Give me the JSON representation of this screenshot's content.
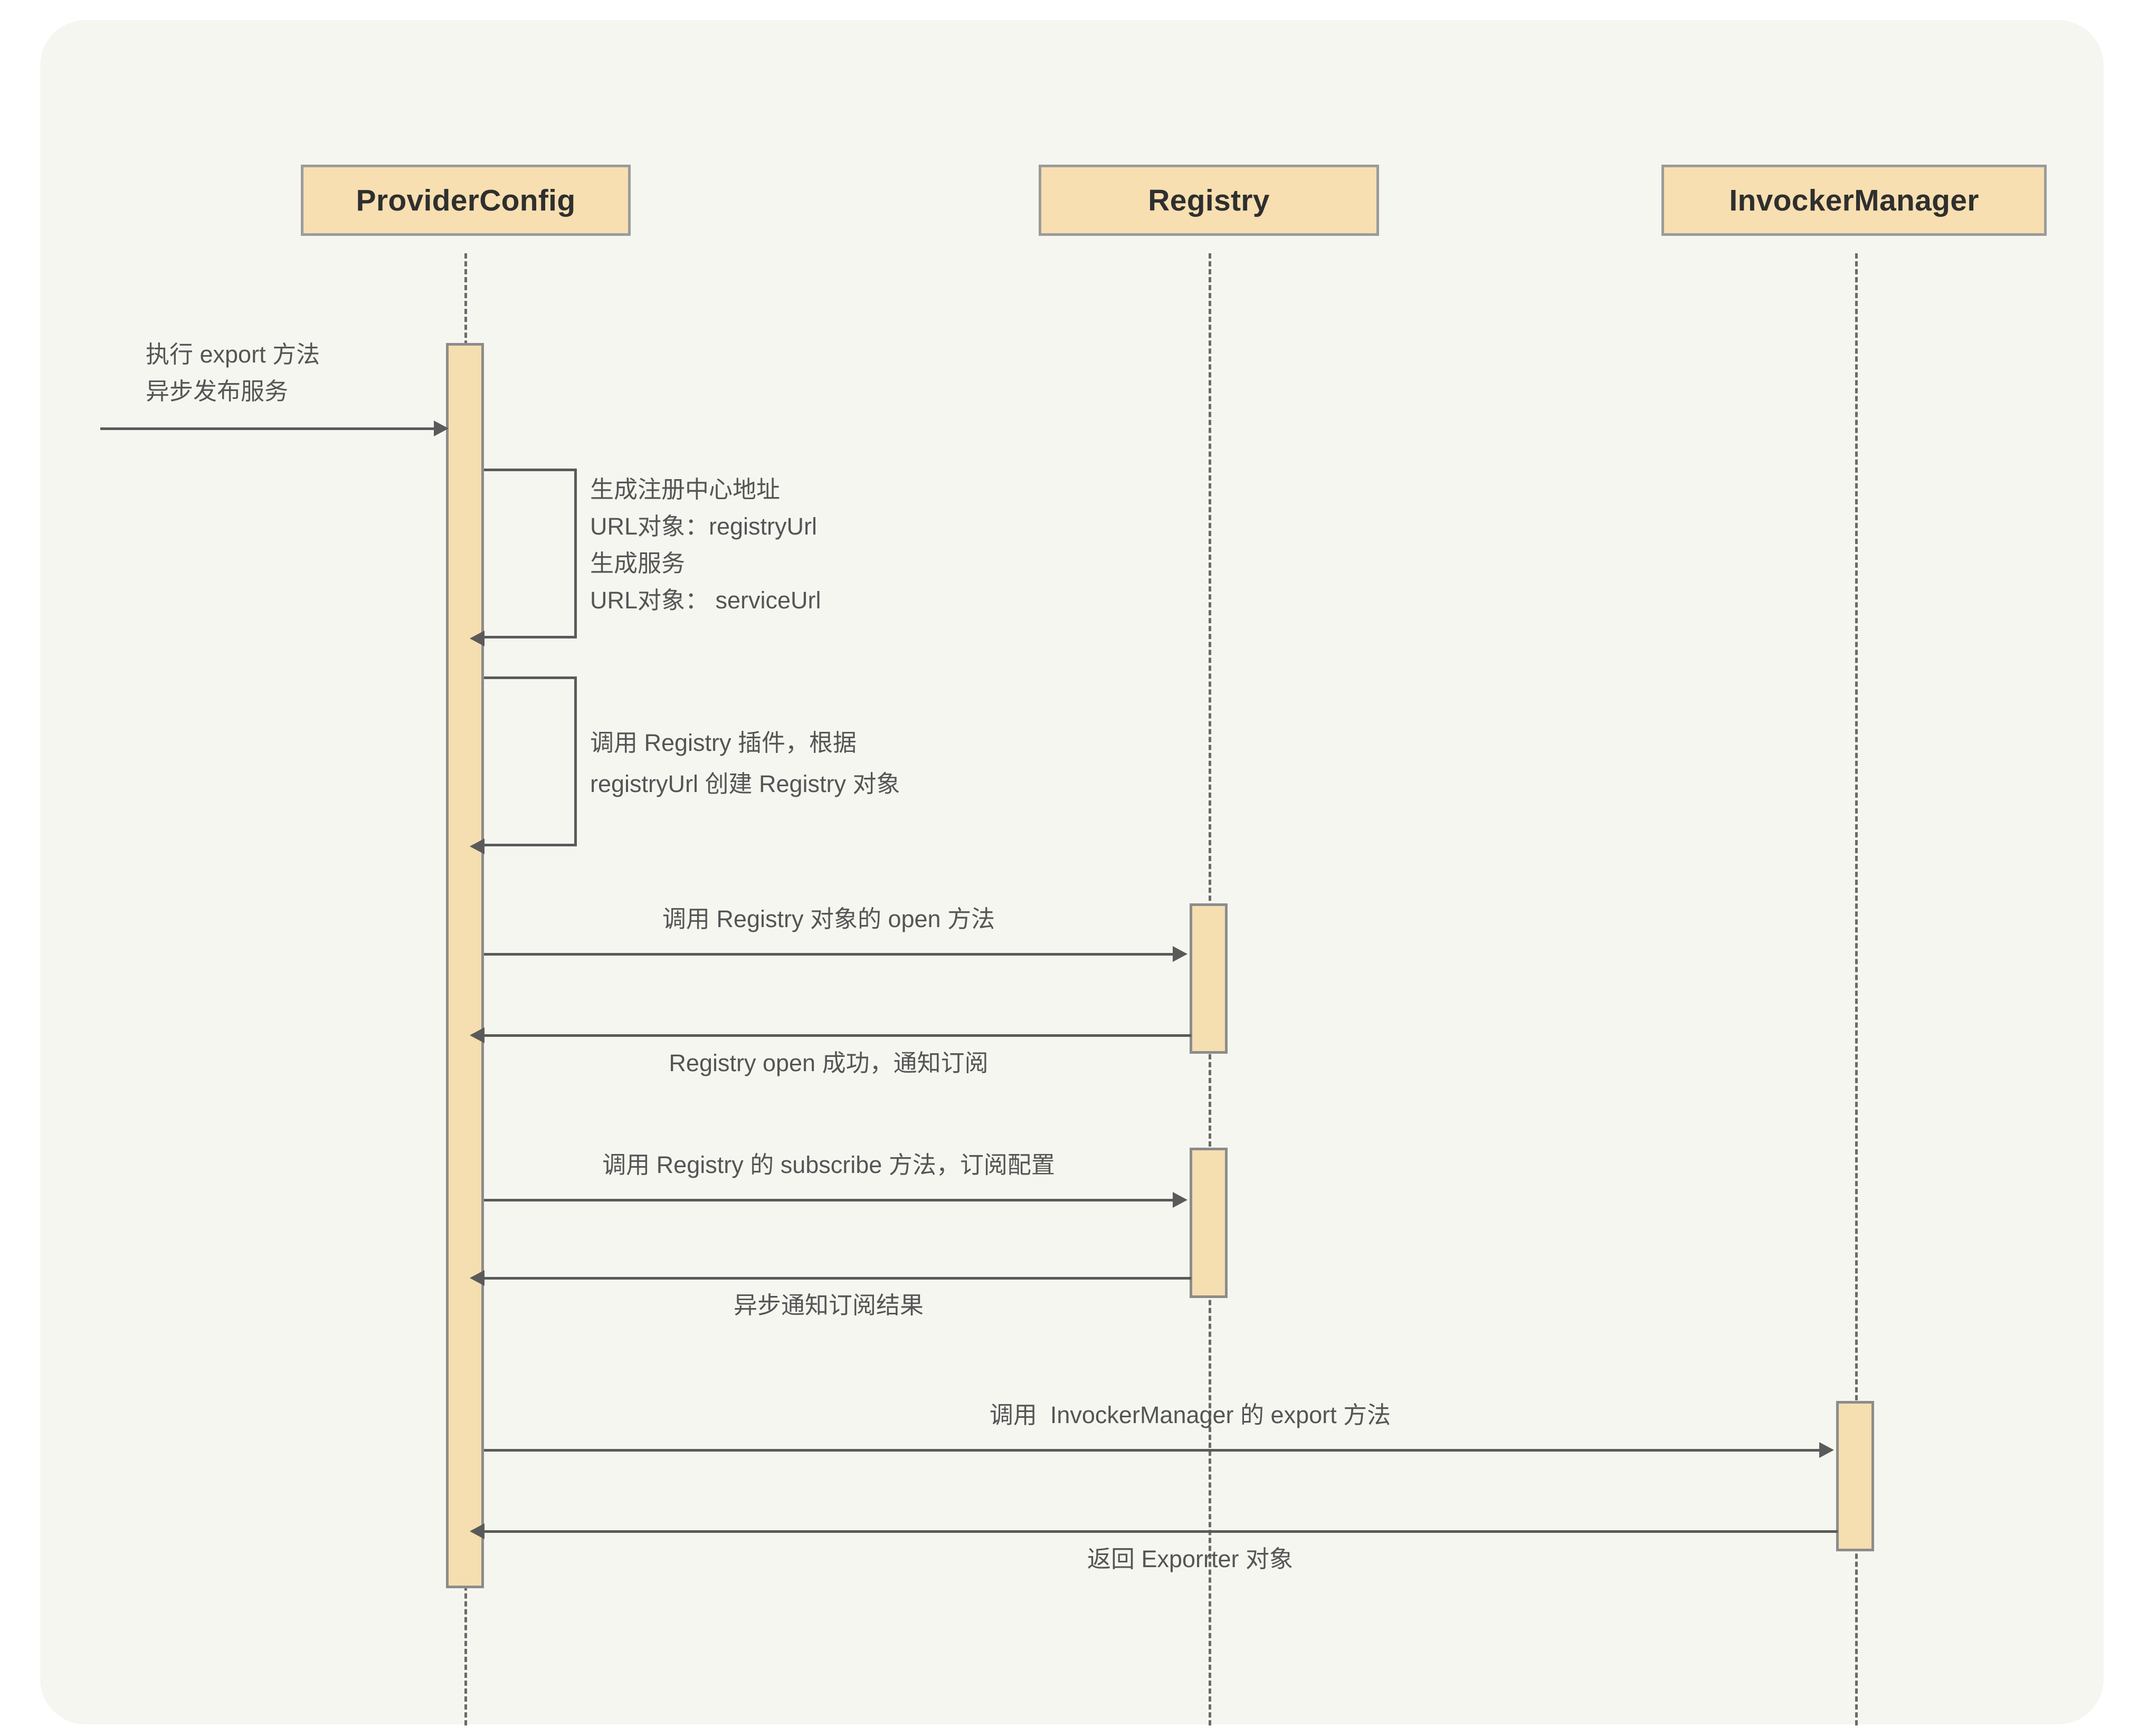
{
  "diagram": {
    "type": "uml-sequence-diagram",
    "background_color": "#F6F6F1",
    "participant_fill": "#F7DFB1",
    "participant_border": "#9B9B9B",
    "activation_fill": "#F5DEB0",
    "activation_border": "#8C8C8C",
    "line_color": "#5A5A5A",
    "text_color": "#555555"
  },
  "participants": [
    {
      "id": "provider-config",
      "label": "ProviderConfig"
    },
    {
      "id": "registry",
      "label": "Registry"
    },
    {
      "id": "invocker-manager",
      "label": "InvockerManager"
    }
  ],
  "entry_message": {
    "line1": "执行 export 方法",
    "line2": "异步发布服务"
  },
  "self_calls": [
    {
      "id": "self-call-generate-urls",
      "actor": "provider-config",
      "lines": [
        "生成注册中心地址",
        "URL对象：registryUrl",
        "生成服务",
        "URL对象： serviceUrl"
      ]
    },
    {
      "id": "self-call-create-registry",
      "actor": "provider-config",
      "lines": [
        "调用 Registry 插件，根据",
        "registryUrl 创建 Registry 对象"
      ]
    }
  ],
  "messages": [
    {
      "id": "msg-registry-open",
      "from": "provider-config",
      "to": "registry",
      "kind": "call",
      "label": "调用 Registry 对象的 open 方法"
    },
    {
      "id": "msg-registry-open-return",
      "from": "registry",
      "to": "provider-config",
      "kind": "return",
      "label": "Registry open 成功，通知订阅"
    },
    {
      "id": "msg-registry-subscribe",
      "from": "provider-config",
      "to": "registry",
      "kind": "call",
      "label": "调用 Registry 的 subscribe 方法，订阅配置"
    },
    {
      "id": "msg-subscribe-return",
      "from": "registry",
      "to": "provider-config",
      "kind": "return",
      "label": "异步通知订阅结果"
    },
    {
      "id": "msg-invocker-export",
      "from": "provider-config",
      "to": "invocker-manager",
      "kind": "call",
      "label": "调用  InvockerManager 的 export 方法"
    },
    {
      "id": "msg-exporter-return",
      "from": "invocker-manager",
      "to": "provider-config",
      "kind": "return",
      "label": "返回 Exporrter 对象"
    }
  ]
}
